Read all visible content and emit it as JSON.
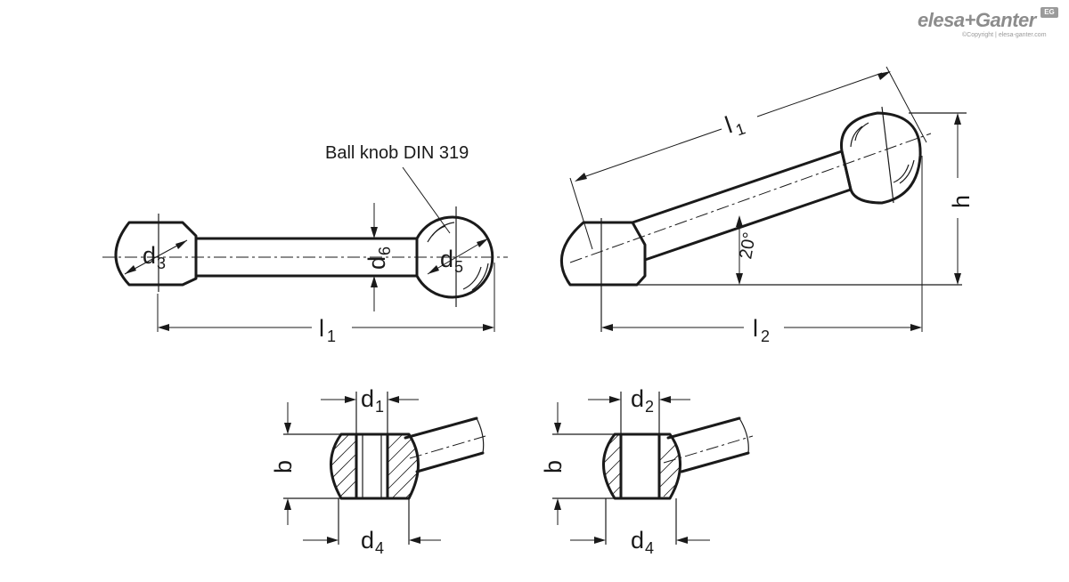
{
  "logo": {
    "brand": "elesa+Ganter",
    "copyright": "©Copyright | elesa-ganter.com",
    "badge": "EG"
  },
  "callout": {
    "ball_knob": "Ball knob DIN 319"
  },
  "dimensions": {
    "main": "d",
    "sub3": "3",
    "sub6": "6",
    "sub5": "5",
    "l": "l",
    "sub1": "1",
    "sub2": "2",
    "h": "h",
    "angle": "20°",
    "b": "b",
    "sub4": "4"
  }
}
